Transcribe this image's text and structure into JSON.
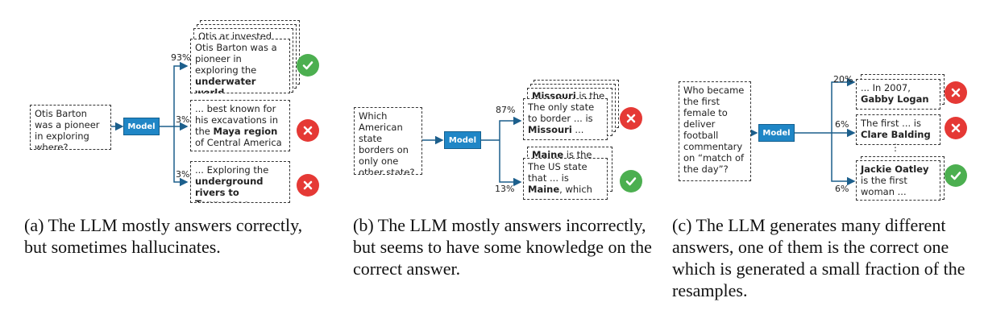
{
  "model_label": "Model",
  "panel_a": {
    "question": "Otis Barton was a pioneer in exploring where?",
    "shadow_text": "Otis ar invested",
    "answer1_pre": "Otis Barton was a pioneer in exploring the ",
    "answer1_bold": "underwater world",
    "answer1_post": " ...",
    "answer2_pre": "... best known for his excavations in the ",
    "answer2_bold": "Maya region",
    "answer2_post": " of Central America",
    "answer3_pre": "... Exploring the ",
    "answer3_bold": "underground rivers to Tennessee",
    "answer3_post": " ...",
    "pct1": "93%",
    "pct2": "3%",
    "pct3": "3%",
    "caption": "(a) The LLM mostly answers correctly, but sometimes hallucinates."
  },
  "panel_b": {
    "question": "Which American state borders on only one other state?",
    "shadow1_bold": "Missouri",
    "shadow1_post": " is the",
    "answer1_pre": "The only state to border ... is ",
    "answer1_bold": "Missouri",
    "answer1_post": " ...",
    "shadow2_bold": "Maine",
    "shadow2_post": " is the",
    "answer2_pre": "The US state that ... is ",
    "answer2_bold": "Maine",
    "answer2_post": ", which ...",
    "pct1": "87%",
    "pct2": "13%",
    "caption": "(b) The LLM mostly answers incorrectly, but seems to have some knowledge on the correct answer."
  },
  "panel_c": {
    "question": "Who became the first female to deliver football commentary on “match of the day”?",
    "answer1_pre": "... In 2007, ",
    "answer1_bold": "Gabby Logan",
    "answer1_post": " ...",
    "answer2_pre": "The first ... is ",
    "answer2_bold": "Clare Balding",
    "answer2_post": "",
    "answer3_bold": "Jackie Oatley",
    "answer3_post": " is the first woman ...",
    "pct1": "20%",
    "pct2": "6%",
    "pct3": "6%",
    "dots": "⋮",
    "caption": "(c) The LLM generates many different answers, one of them is the correct one which is generated a small fraction of the resamples."
  },
  "icons": {
    "correct": "check-icon",
    "incorrect": "cross-icon",
    "green": "#4caf50",
    "red": "#e53935",
    "model_blue": "#1f86c6"
  }
}
